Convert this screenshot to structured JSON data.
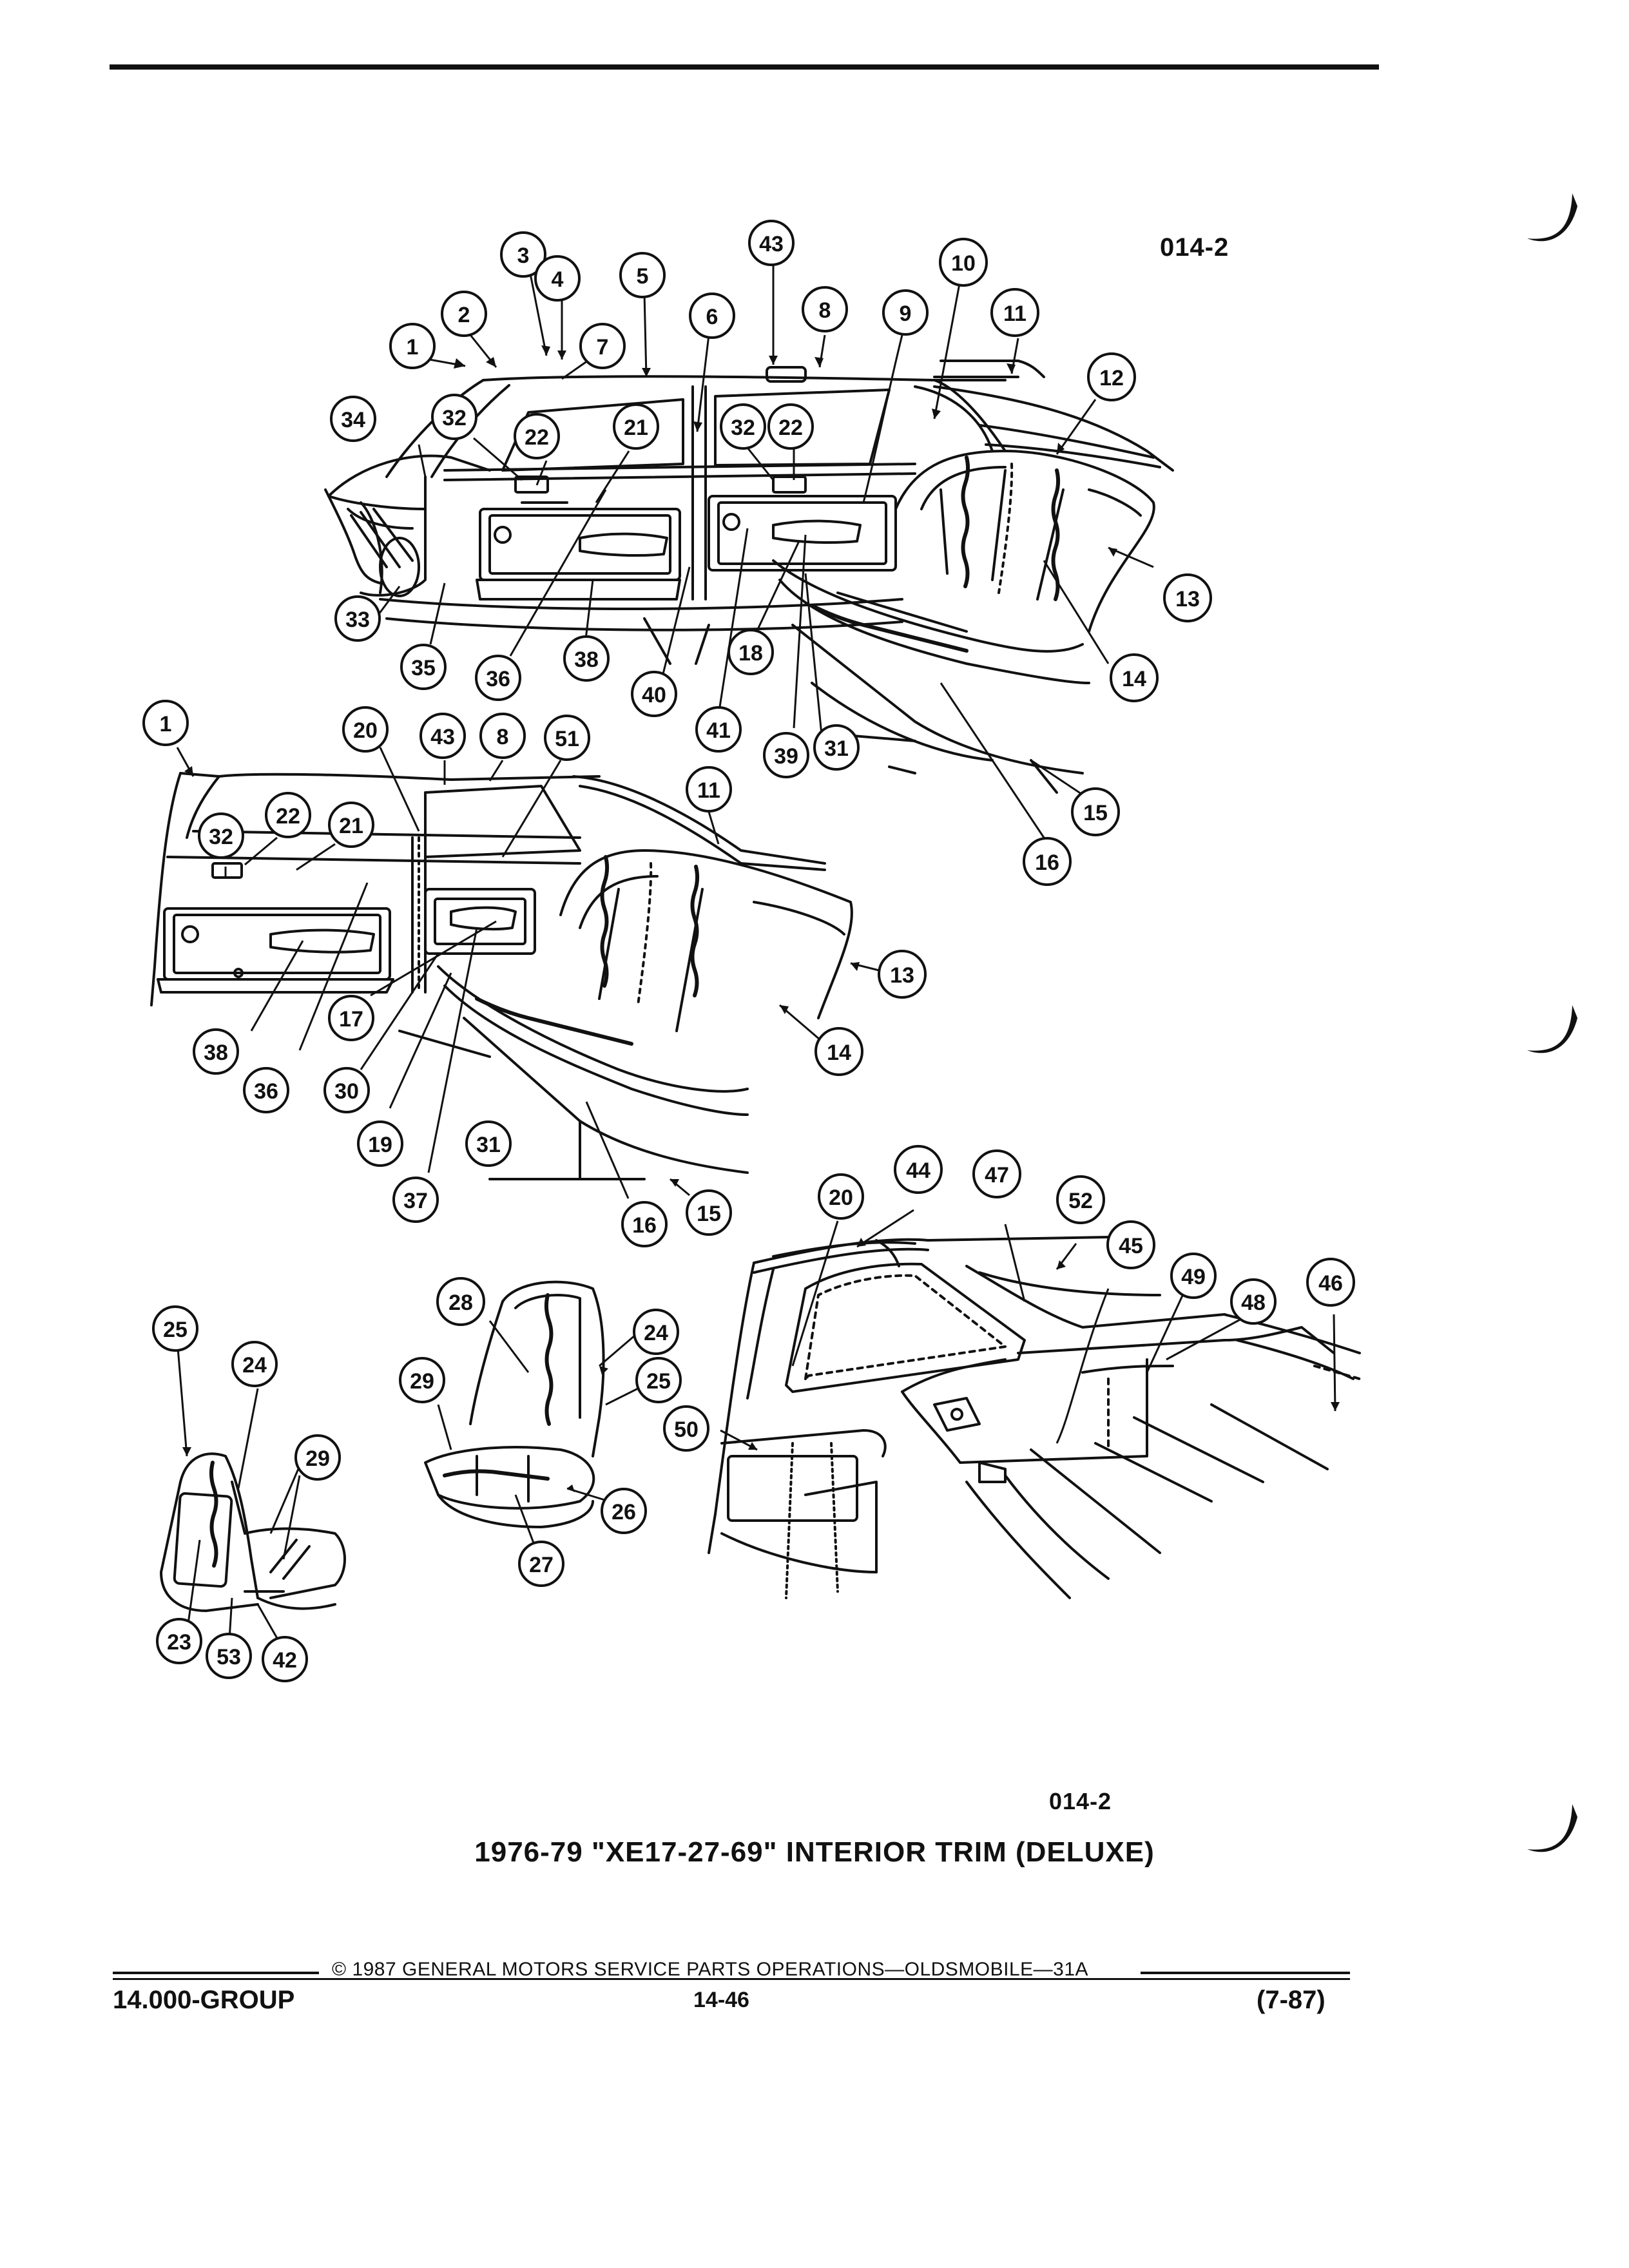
{
  "header": {
    "ref_code_top": "014-2"
  },
  "diagram": {
    "callouts": [
      {
        "id": "c1",
        "text": "1"
      },
      {
        "id": "c2",
        "text": "2"
      },
      {
        "id": "c3",
        "text": "3"
      },
      {
        "id": "c4",
        "text": "4"
      },
      {
        "id": "c5",
        "text": "5"
      },
      {
        "id": "c6",
        "text": "6"
      },
      {
        "id": "c7",
        "text": "7"
      },
      {
        "id": "c43a",
        "text": "43"
      },
      {
        "id": "c8a",
        "text": "8"
      },
      {
        "id": "c9",
        "text": "9"
      },
      {
        "id": "c10",
        "text": "10"
      },
      {
        "id": "c11a",
        "text": "11"
      },
      {
        "id": "c12",
        "text": "12"
      },
      {
        "id": "c34",
        "text": "34"
      },
      {
        "id": "c32a",
        "text": "32"
      },
      {
        "id": "c22a",
        "text": "22"
      },
      {
        "id": "c21a",
        "text": "21"
      },
      {
        "id": "c32b",
        "text": "32"
      },
      {
        "id": "c22b",
        "text": "22"
      },
      {
        "id": "c13a",
        "text": "13"
      },
      {
        "id": "c33",
        "text": "33"
      },
      {
        "id": "c35",
        "text": "35"
      },
      {
        "id": "c36a",
        "text": "36"
      },
      {
        "id": "c38a",
        "text": "38"
      },
      {
        "id": "c18",
        "text": "18"
      },
      {
        "id": "c14a",
        "text": "14"
      },
      {
        "id": "c40",
        "text": "40"
      },
      {
        "id": "c41",
        "text": "41"
      },
      {
        "id": "c39",
        "text": "39"
      },
      {
        "id": "c31a",
        "text": "31"
      },
      {
        "id": "c15a",
        "text": "15"
      },
      {
        "id": "c16a",
        "text": "16"
      },
      {
        "id": "c1b",
        "text": "1"
      },
      {
        "id": "c20a",
        "text": "20"
      },
      {
        "id": "c43b",
        "text": "43"
      },
      {
        "id": "c8b",
        "text": "8"
      },
      {
        "id": "c51",
        "text": "51"
      },
      {
        "id": "c11b",
        "text": "11"
      },
      {
        "id": "c32c",
        "text": "32"
      },
      {
        "id": "c22c",
        "text": "22"
      },
      {
        "id": "c21b",
        "text": "21"
      },
      {
        "id": "c13b",
        "text": "13"
      },
      {
        "id": "c17",
        "text": "17"
      },
      {
        "id": "c14b",
        "text": "14"
      },
      {
        "id": "c38b",
        "text": "38"
      },
      {
        "id": "c36b",
        "text": "36"
      },
      {
        "id": "c30",
        "text": "30"
      },
      {
        "id": "c19",
        "text": "19"
      },
      {
        "id": "c31b",
        "text": "31"
      },
      {
        "id": "c37",
        "text": "37"
      },
      {
        "id": "c16b",
        "text": "16"
      },
      {
        "id": "c15b",
        "text": "15"
      },
      {
        "id": "c20b",
        "text": "20"
      },
      {
        "id": "c44",
        "text": "44"
      },
      {
        "id": "c47",
        "text": "47"
      },
      {
        "id": "c52",
        "text": "52"
      },
      {
        "id": "c45",
        "text": "45"
      },
      {
        "id": "c49",
        "text": "49"
      },
      {
        "id": "c48",
        "text": "48"
      },
      {
        "id": "c46",
        "text": "46"
      },
      {
        "id": "c50",
        "text": "50"
      },
      {
        "id": "c25a",
        "text": "25"
      },
      {
        "id": "c24a",
        "text": "24"
      },
      {
        "id": "c29a",
        "text": "29"
      },
      {
        "id": "c23",
        "text": "23"
      },
      {
        "id": "c53",
        "text": "53"
      },
      {
        "id": "c42",
        "text": "42"
      },
      {
        "id": "c28",
        "text": "28"
      },
      {
        "id": "c24b",
        "text": "24"
      },
      {
        "id": "c29b",
        "text": "29"
      },
      {
        "id": "c25b",
        "text": "25"
      },
      {
        "id": "c26",
        "text": "26"
      },
      {
        "id": "c27",
        "text": "27"
      }
    ]
  },
  "ref_code_bottom": "014-2",
  "title": "1976-79 \"XE17-27-69\" INTERIOR TRIM (DELUXE)",
  "footer": {
    "copyright": "© 1987 GENERAL MOTORS SERVICE PARTS OPERATIONS—OLDSMOBILE—31A",
    "group": "14.000-GROUP",
    "page": "14-46",
    "revision": "(7-87)"
  }
}
